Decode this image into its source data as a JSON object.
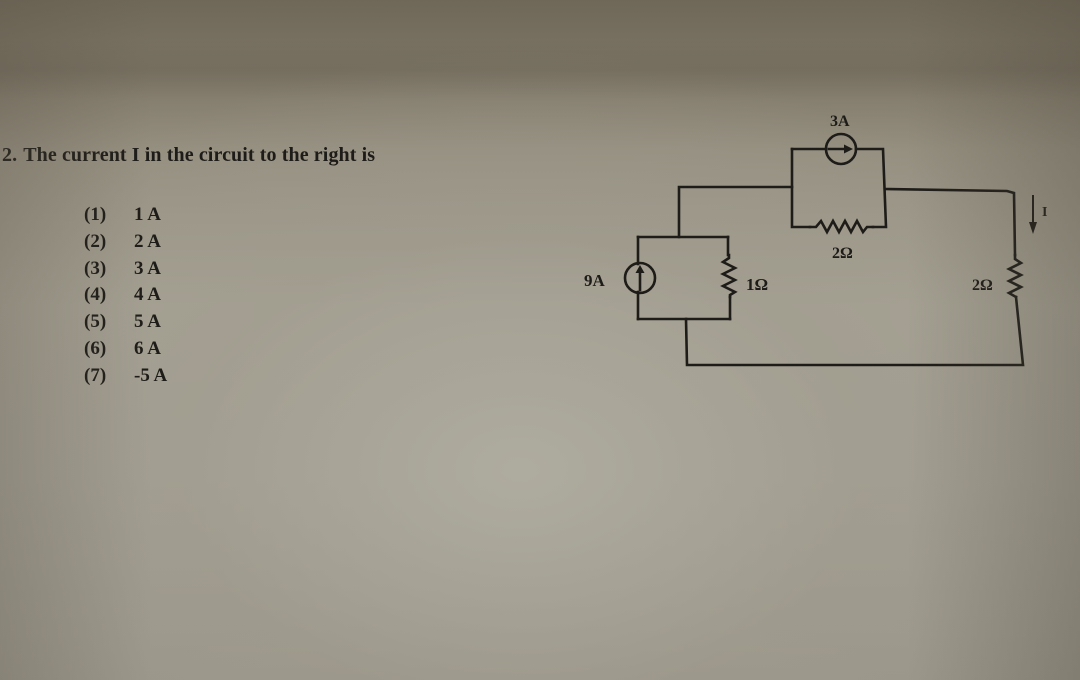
{
  "question": {
    "number": "2.",
    "text": "The current I in the circuit to the right is"
  },
  "options": [
    {
      "label": "(1)",
      "value": "1 A"
    },
    {
      "label": "(2)",
      "value": "2 A"
    },
    {
      "label": "(3)",
      "value": "3 A"
    },
    {
      "label": "(4)",
      "value": "4 A"
    },
    {
      "label": "(5)",
      "value": "5 A"
    },
    {
      "label": "(6)",
      "value": "6 A"
    },
    {
      "label": "(7)",
      "value": "-5 A"
    }
  ],
  "circuit": {
    "current_source_left": {
      "label": "9A",
      "direction": "up"
    },
    "resistor_left": {
      "label": "1Ω"
    },
    "current_source_top": {
      "label": "3A",
      "direction": "right"
    },
    "resistor_top": {
      "label": "2Ω"
    },
    "resistor_right": {
      "label": "2Ω"
    },
    "current_arrow": {
      "label": "I",
      "direction": "down"
    },
    "wire_color": "#1e1c18"
  }
}
